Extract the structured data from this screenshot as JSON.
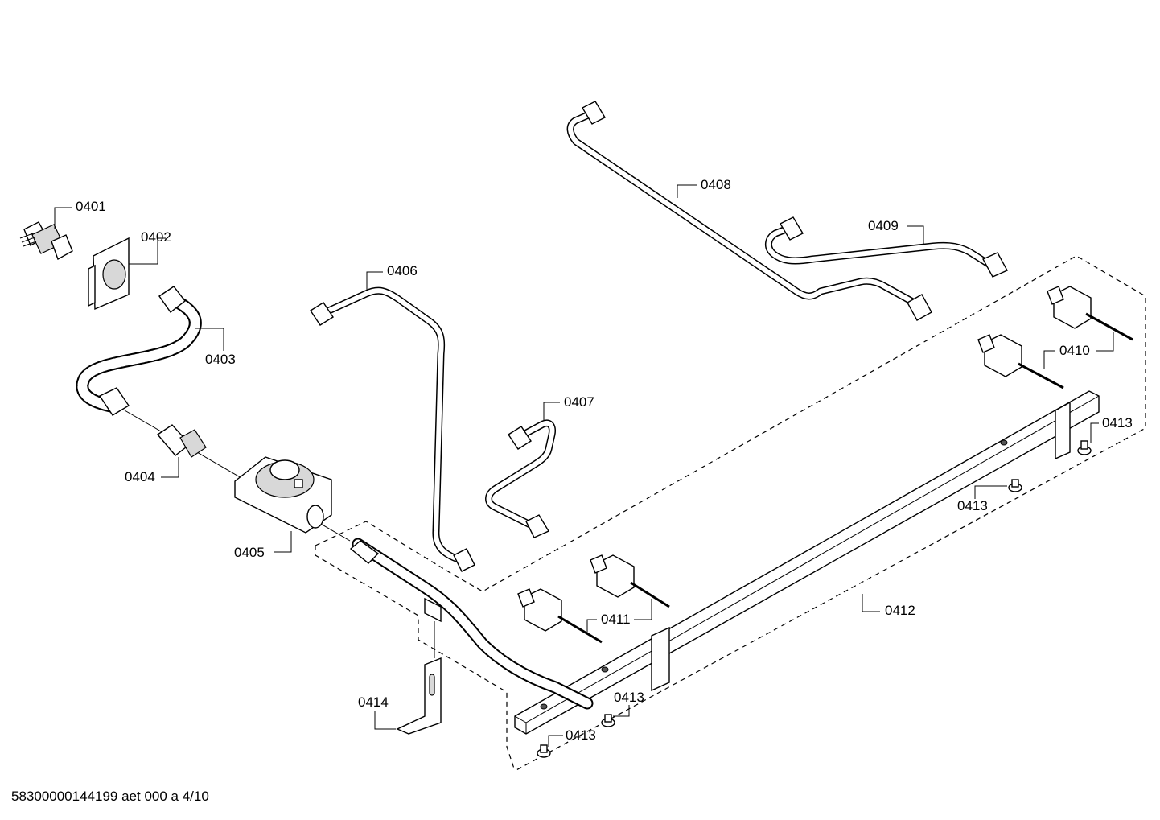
{
  "footer_text": "58300000144199 aet 000 a 4/10",
  "labels": {
    "p0401": "0401",
    "p0402": "0402",
    "p0403": "0403",
    "p0404": "0404",
    "p0405": "0405",
    "p0406": "0406",
    "p0407": "0407",
    "p0408": "0408",
    "p0409": "0409",
    "p0410": "0410",
    "p0411": "0411",
    "p0412": "0412",
    "p0413": "0413",
    "p0414": "0414"
  }
}
